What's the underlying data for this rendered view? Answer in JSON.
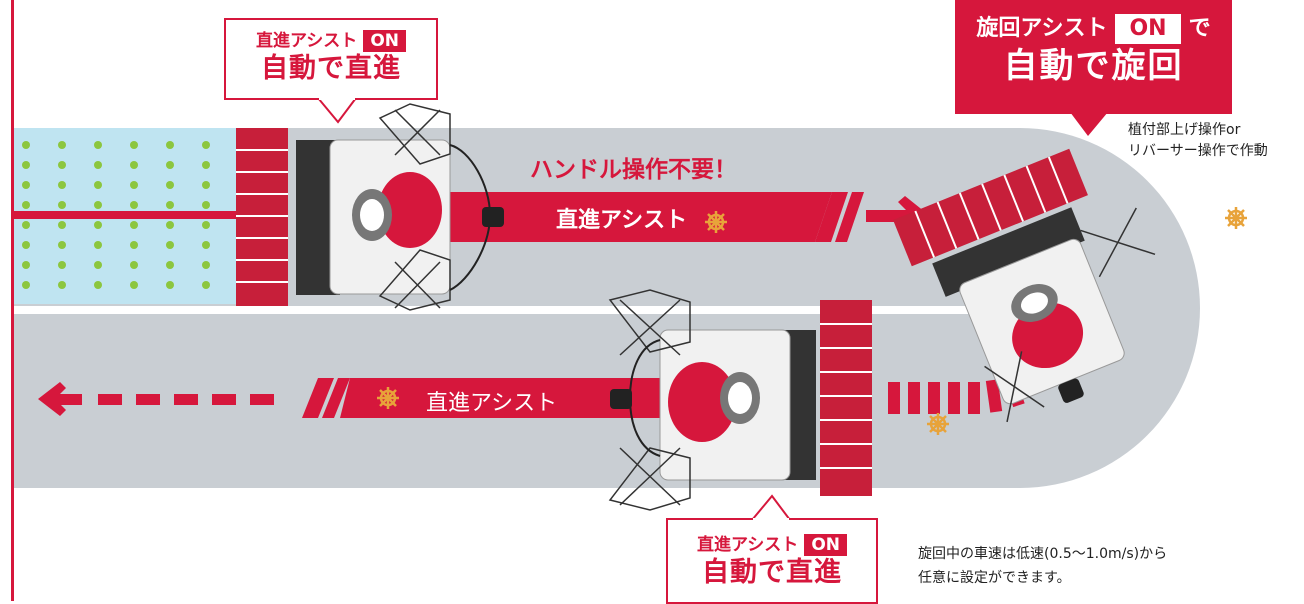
{
  "callout_top_left": {
    "small": "直進アシスト",
    "badge": "ON",
    "big": "自動で直進"
  },
  "callout_top_right": {
    "small": "旋回アシスト",
    "badge": "ON",
    "suffix": "で",
    "big": "自動で旋回"
  },
  "callout_bottom": {
    "small": "直進アシスト",
    "badge": "ON",
    "big": "自動で直進"
  },
  "note_activation": {
    "line1": "植付部上げ操作or",
    "line2": "リバーサー操作で作動"
  },
  "note_speed": {
    "line1": "旋回中の車速は低速(0.5〜1.0m/s)から",
    "line2": "任意に設定ができます。"
  },
  "label_no_steering": "ハンドル操作不要！",
  "label_assist_top": "直進アシスト",
  "label_assist_bottom": "直進アシスト",
  "colors": {
    "red": "#d6173c",
    "track": "#c9ced3",
    "water": "#bfe4f1",
    "seedling": "#8cc63f"
  }
}
